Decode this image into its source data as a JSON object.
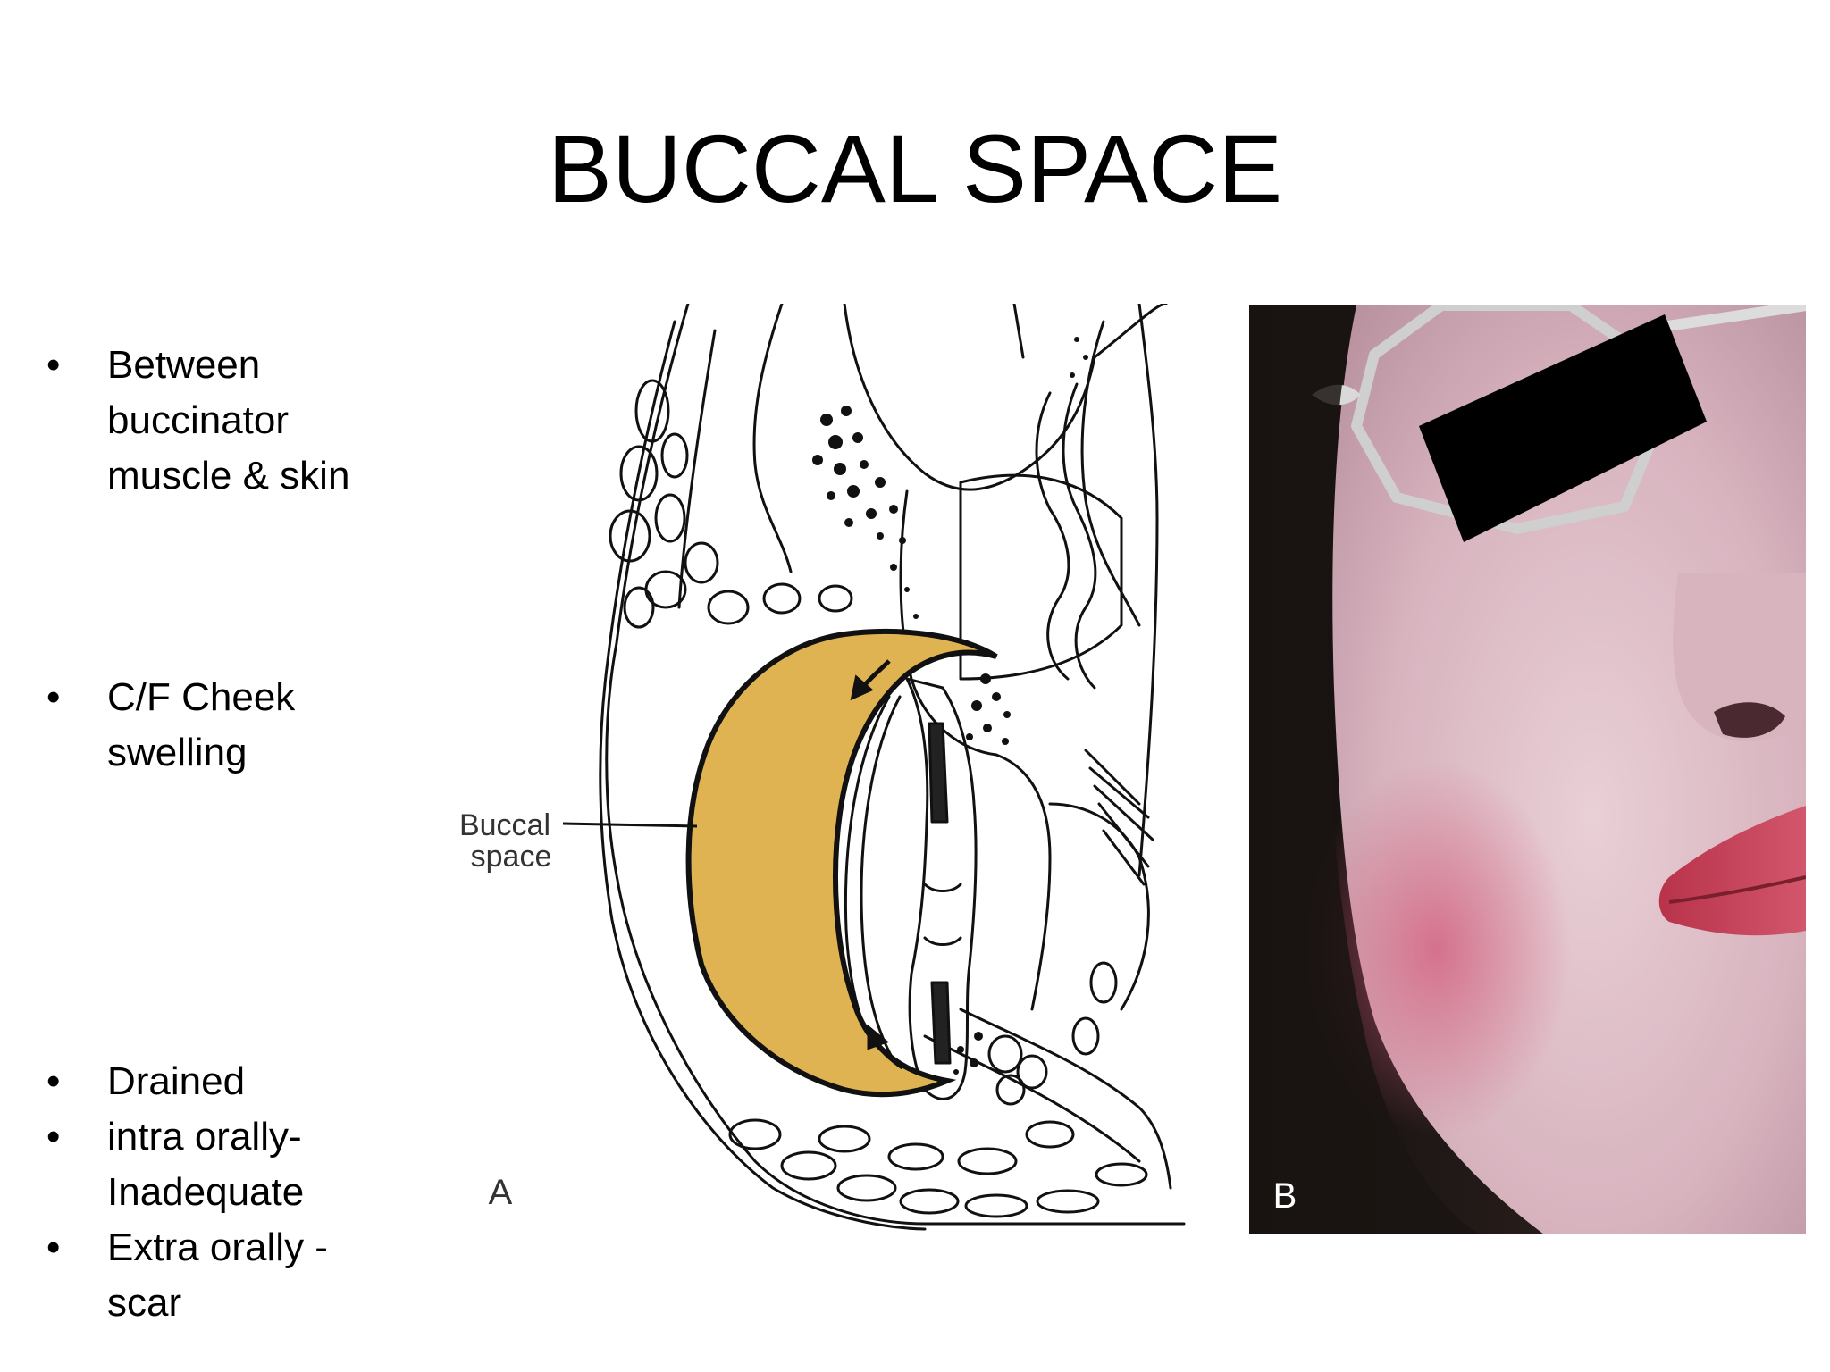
{
  "slide": {
    "title": "BUCCAL SPACE"
  },
  "bullets": [
    {
      "marker": "•",
      "text": "Between buccinator muscle & skin"
    },
    {
      "marker": "•",
      "text": "C/F Cheek swelling"
    },
    {
      "marker": "•",
      "text": "Drained"
    },
    {
      "marker": "•",
      "text": "intra orally- Inadequate"
    },
    {
      "marker": "•",
      "text": "Extra orally - scar"
    }
  ],
  "figure_a": {
    "label_line1": "Buccal",
    "label_line2": "space",
    "panel_letter": "A",
    "space_color": "#e0b352"
  },
  "figure_b": {
    "panel_letter": "B",
    "censor_color": "#000000"
  }
}
